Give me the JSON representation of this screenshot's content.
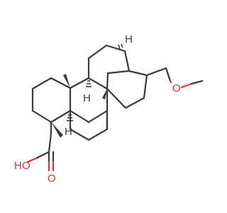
{
  "molecule": {
    "colors": {
      "carbon_bonds": "#3a3a3a",
      "oxygen": "#e83030",
      "background": "#ffffff"
    },
    "labels": {
      "hydroxyl_o": "O",
      "hydroxyl_h": "H",
      "carbonyl_o": "O",
      "ether_o": "O",
      "stereo_h": "H"
    }
  }
}
